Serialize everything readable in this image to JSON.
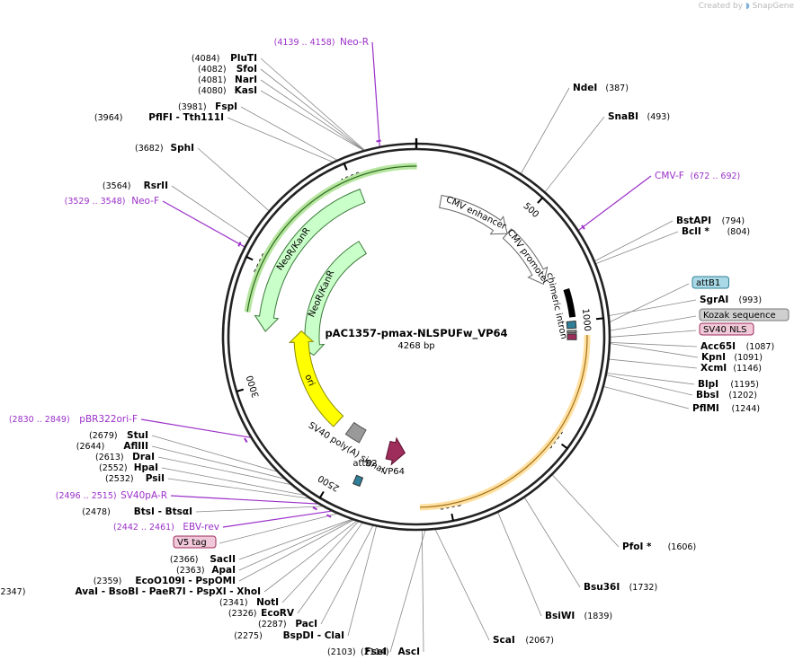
{
  "watermark": {
    "prefix": "Created by",
    "brand": "SnapGene"
  },
  "plasmid": {
    "name": "pAC1357-pmax-NLSPUFw_VP64",
    "size_label": "4268 bp",
    "length": 4268
  },
  "colors": {
    "primer": "#9b30c9",
    "backbone": "#222222",
    "cds_green": "#c9ffc9",
    "cds_green_edge": "#2e6b1f",
    "ori": "#ffff00",
    "cds_orange": "#ffe0a0",
    "vp64": "#9e2d5b",
    "attb": "#2e7f97",
    "polyA": "#999999"
  },
  "ticks": [
    {
      "label": "500",
      "pos": 500
    },
    {
      "label": "1000",
      "pos": 1000
    },
    {
      "label": "1500",
      "pos": 1500
    },
    {
      "label": "2000",
      "pos": 2000
    },
    {
      "label": "2500",
      "pos": 2500
    },
    {
      "label": "3000",
      "pos": 3000
    },
    {
      "label": "3500",
      "pos": 3500
    },
    {
      "label": "4000",
      "pos": 4000
    }
  ],
  "features": [
    {
      "name": "CMV enhancer",
      "type": "arrow",
      "start": 120,
      "end": 490,
      "strand": 1
    },
    {
      "name": "CMV promoter",
      "type": "arrow",
      "start": 490,
      "end": 800,
      "strand": 1
    },
    {
      "name": "chimeric intron",
      "type": "bar",
      "start": 860,
      "end": 980
    },
    {
      "name": "NeoR/KanR",
      "type": "arrow",
      "start": 3225,
      "end": 4020,
      "strand": -1
    },
    {
      "name": "NeoR/KanR",
      "type": "arrow",
      "start": 3080,
      "end": 3900,
      "strand": -1
    },
    {
      "name": "ori",
      "type": "arrow",
      "start": 2640,
      "end": 3235,
      "strand": 1
    },
    {
      "name": "SV40 poly(A) signal",
      "type": "box",
      "start": 2470,
      "end": 2560
    },
    {
      "name": "attB2",
      "type": "small",
      "start": 2380,
      "end": 2410
    },
    {
      "name": "VP64",
      "type": "vp",
      "start": 2200,
      "end": 2300
    },
    {
      "name": "attB1",
      "type": "small",
      "start": 1000,
      "end": 1030
    },
    {
      "name": "Kozak sequence",
      "type": "small",
      "start": 1040,
      "end": 1050
    },
    {
      "name": "SV40 NLS",
      "type": "small",
      "start": 1055,
      "end": 1080
    }
  ],
  "sites": [
    {
      "name": "NdeI",
      "pos": "(387)",
      "side": "R"
    },
    {
      "name": "SnaBI",
      "pos": "(493)",
      "side": "R"
    },
    {
      "name": "CMV-F",
      "pos": "(672 .. 692)",
      "side": "R",
      "primer": true
    },
    {
      "name": "BstAPI",
      "pos": "(794)",
      "side": "R"
    },
    {
      "name": "BclI *",
      "pos": "(804)",
      "side": "R"
    },
    {
      "name": "attB1",
      "pos": "",
      "side": "R",
      "badge": "attb"
    },
    {
      "name": "SgrAI",
      "pos": "(993)",
      "side": "R"
    },
    {
      "name": "Kozak sequence",
      "pos": "",
      "side": "R",
      "badge": "kozak"
    },
    {
      "name": "SV40 NLS",
      "pos": "",
      "side": "R",
      "badge": "nls"
    },
    {
      "name": "Acc65I",
      "pos": "(1087)",
      "side": "R"
    },
    {
      "name": "KpnI",
      "pos": "(1091)",
      "side": "R"
    },
    {
      "name": "XcmI",
      "pos": "(1146)",
      "side": "R"
    },
    {
      "name": "BlpI",
      "pos": "(1195)",
      "side": "R"
    },
    {
      "name": "BbsI",
      "pos": "(1202)",
      "side": "R"
    },
    {
      "name": "PflMI",
      "pos": "(1244)",
      "side": "R"
    },
    {
      "name": "PfoI *",
      "pos": "(1606)",
      "side": "R"
    },
    {
      "name": "Bsu36I",
      "pos": "(1732)",
      "side": "R"
    },
    {
      "name": "BsiWI",
      "pos": "(1839)",
      "side": "R"
    },
    {
      "name": "ScaI",
      "pos": "(2067)",
      "side": "R"
    },
    {
      "name": "FseI",
      "pos": "(2103)",
      "side": "L"
    },
    {
      "name": "AscI",
      "pos": "(2114)",
      "side": "L"
    },
    {
      "name": "BspDI - ClaI",
      "pos": "(2275)",
      "side": "L"
    },
    {
      "name": "PacI",
      "pos": "(2287)",
      "side": "L"
    },
    {
      "name": "EcoRV",
      "pos": "(2326)",
      "side": "L"
    },
    {
      "name": "NotI",
      "pos": "(2341)",
      "side": "L"
    },
    {
      "name": "AvaI - BsoBI - PaeR7I - PspXI - XhoI",
      "pos": "(2347)",
      "side": "L"
    },
    {
      "name": "EcoO109I - PspOMI",
      "pos": "(2359)",
      "side": "L"
    },
    {
      "name": "ApaI",
      "pos": "(2363)",
      "side": "L"
    },
    {
      "name": "SacII",
      "pos": "(2366)",
      "side": "L"
    },
    {
      "name": "V5 tag",
      "pos": "",
      "side": "L",
      "badge": "v5"
    },
    {
      "name": "EBV-rev",
      "pos": "(2442 .. 2461)",
      "side": "L",
      "primer": true
    },
    {
      "name": "BtsI - BtsαI",
      "pos": "(2478)",
      "side": "L"
    },
    {
      "name": "SV40pA-R",
      "pos": "(2496 .. 2515)",
      "side": "L",
      "primer": true
    },
    {
      "name": "PsiI",
      "pos": "(2532)",
      "side": "L"
    },
    {
      "name": "HpaI",
      "pos": "(2552)",
      "side": "L"
    },
    {
      "name": "DraI",
      "pos": "(2613)",
      "side": "L"
    },
    {
      "name": "AflIII",
      "pos": "(2644)",
      "side": "L"
    },
    {
      "name": "StuI",
      "pos": "(2679)",
      "side": "L"
    },
    {
      "name": "pBR322ori-F",
      "pos": "(2830 .. 2849)",
      "side": "L",
      "primer": true
    },
    {
      "name": "Neo-F",
      "pos": "(3529 .. 3548)",
      "side": "L",
      "primer": true
    },
    {
      "name": "RsrII",
      "pos": "(3564)",
      "side": "L"
    },
    {
      "name": "SphI",
      "pos": "(3682)",
      "side": "L"
    },
    {
      "name": "PflFI - Tth111I",
      "pos": "(3964)",
      "side": "L"
    },
    {
      "name": "FspI",
      "pos": "(3981)",
      "side": "L"
    },
    {
      "name": "KasI",
      "pos": "(4080)",
      "side": "L"
    },
    {
      "name": "NarI",
      "pos": "(4081)",
      "side": "L"
    },
    {
      "name": "SfoI",
      "pos": "(4082)",
      "side": "L"
    },
    {
      "name": "PluTI",
      "pos": "(4084)",
      "side": "L"
    },
    {
      "name": "Neo-R",
      "pos": "(4139 .. 4158)",
      "side": "L",
      "primer": true
    }
  ]
}
